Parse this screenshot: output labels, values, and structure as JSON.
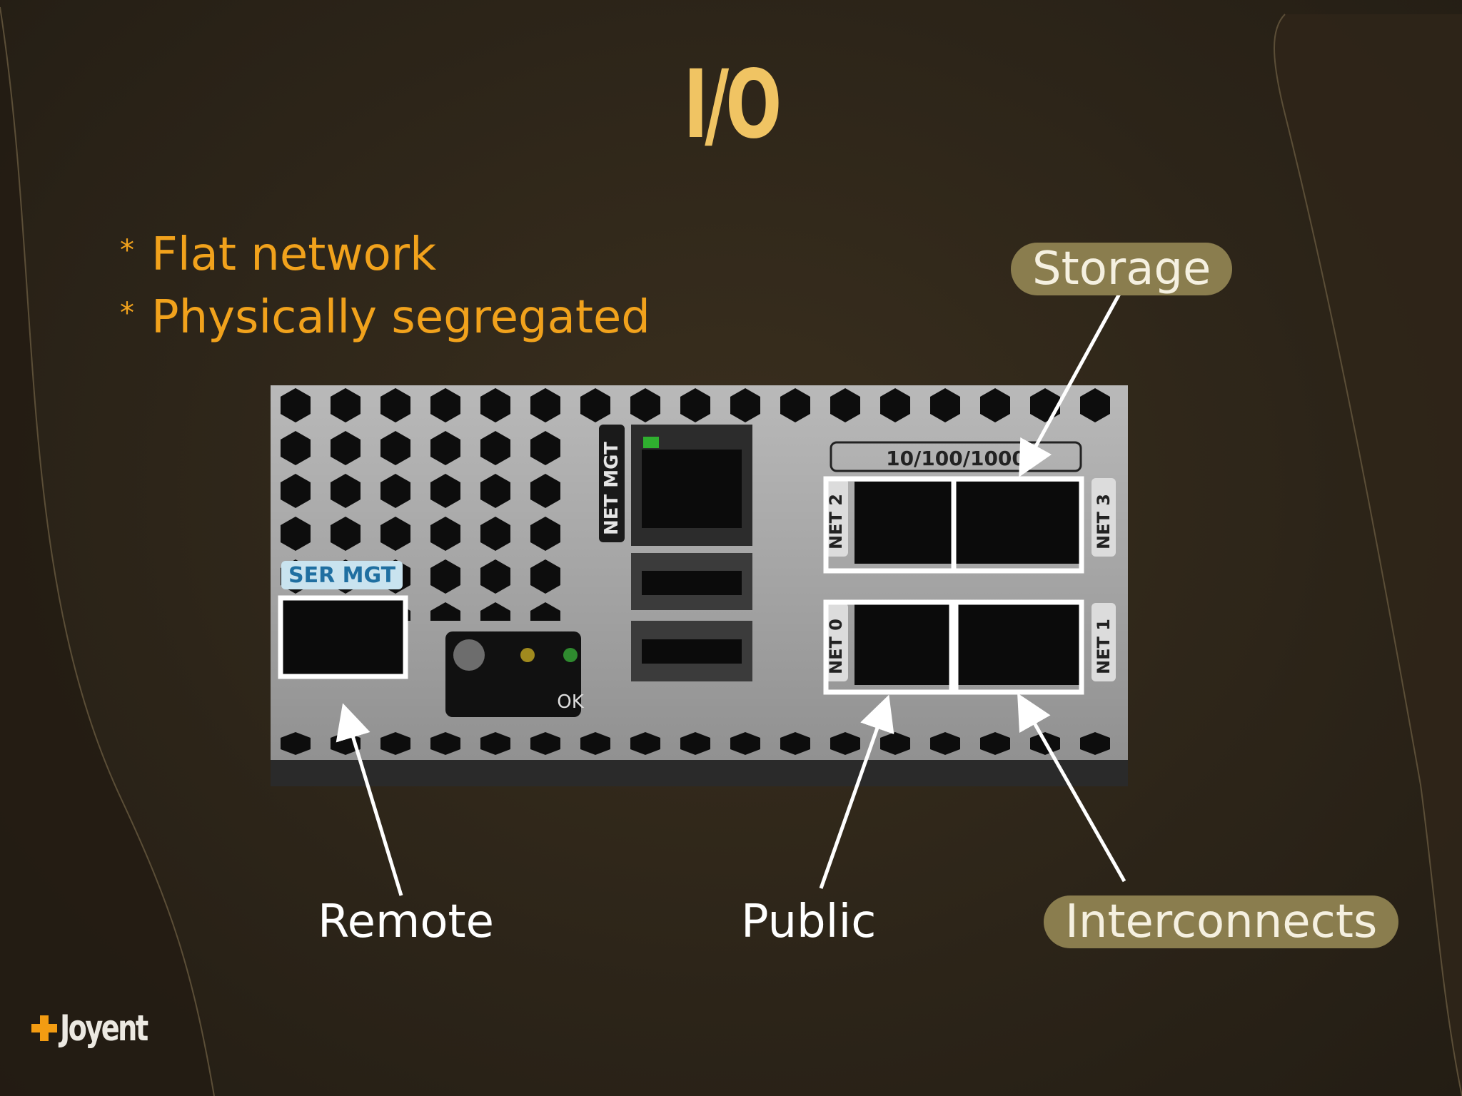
{
  "slide": {
    "title": "I/O",
    "bullets": [
      {
        "marker": "*",
        "text": "Flat network"
      },
      {
        "marker": "*",
        "text": "Physically segregated"
      }
    ]
  },
  "callouts": {
    "storage": "Storage",
    "remote": "Remote",
    "public": "Public",
    "interconnects": "Interconnects"
  },
  "panel": {
    "ser_mgt": "SER MGT",
    "net_mgt": "NET MGT",
    "speed": "10/100/1000",
    "net0": "NET 0",
    "net1": "NET 1",
    "net2": "NET 2",
    "net3": "NET 3",
    "ok": "OK"
  },
  "logo": {
    "text": "Joyent"
  },
  "colors": {
    "title": "#f0c463",
    "bullets": "#f1a21c",
    "pill": "#8a7d4e",
    "background": "#2b2419",
    "panel": "#a9a9a9"
  }
}
